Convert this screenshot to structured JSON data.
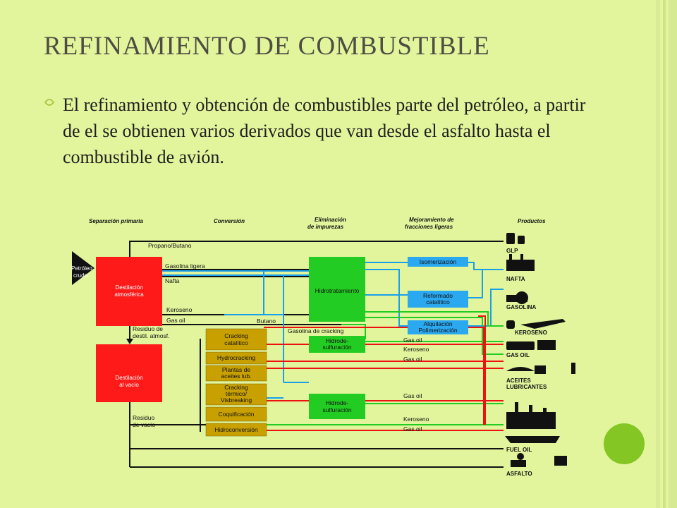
{
  "slide": {
    "title": "REFINAMIENTO DE COMBUSTIBLE",
    "bullet": "El refinamiento y obtención de combustibles parte del petróleo, a partir de el se obtienen varios derivados que van desde el asfalto hasta el combustible de avión.",
    "colors": {
      "background": "#e2f59c",
      "title": "#4d4d43",
      "accent_circle": "#84c724"
    }
  },
  "diagram": {
    "headers": [
      "Separación primaria",
      "Conversión",
      "Eliminación",
      "de impurezas",
      "Mejoramiento de",
      "fracciones ligeras",
      "Productos"
    ],
    "inputs": {
      "crudo_line1": "Petróleo",
      "crudo_line2": "crudo"
    },
    "units": {
      "destilacion_atm_1": "Destilación",
      "destilacion_atm_2": "atmosférica",
      "destilacion_vacio_1": "Destilación",
      "destilacion_vacio_2": "al vacío",
      "hidrotratamiento": "Hidrotratamiento",
      "hidrodesulf_1a": "Hidrode-",
      "hidrodesulf_1b": "sulfuración",
      "hidrodesulf_2a": "Hidrode-",
      "hidrodesulf_2b": "sulfuración",
      "isomerizacion": "Isomerización",
      "reformado_1": "Reformado",
      "reformado_2": "catalítico",
      "alquilacion_1": "Alquilación",
      "alquilacion_2": "Polimerización",
      "cracking_cat_1": "Cracking",
      "cracking_cat_2": "catalítico",
      "hydrocracking": "Hydrocracking",
      "plantas_lub_1": "Plantas de",
      "plantas_lub_2": "aceites lub.",
      "cracking_term_1": "Cracking",
      "cracking_term_2": "térmico/",
      "cracking_term_3": "Visbreaking",
      "coquificacion": "Coquificación",
      "hidroconversion": "Hidroconversión"
    },
    "streams": {
      "propano_butano": "Propano/Butano",
      "gasolina_ligera": "Gasolina ligera",
      "nafta": "Nafta",
      "keroseno": "Keroseno",
      "gas_oil": "Gas oil",
      "butano": "Butano",
      "residuo_atm_1": "Residuo de",
      "residuo_atm_2": "destil. atmosf.",
      "gasolina_cracking": "Gasolina de cracking",
      "gasoil_a": "Gas oil",
      "keroseno_b": "Keroseno",
      "gasoil_c": "Gas oil",
      "gasoil_d": "Gas oil",
      "keroseno_e": "Keroseno",
      "gasoil_f": "Gas oil",
      "residuo_vacio_1": "Residuo",
      "residuo_vacio_2": "de vacío"
    },
    "products": [
      "GLP",
      "NAFTA",
      "GASOLINA",
      "KEROSENO",
      "GAS OIL",
      "ACEITES",
      "LUBRICANTES",
      "FUEL OIL",
      "ASFALTO"
    ],
    "colors": {
      "red_unit": "#ff1a1a",
      "green_unit": "#22cc22",
      "blue_unit": "#2aa8f0",
      "tan_unit": "#c8a000",
      "blue_line": "#1aa0e8",
      "green_line": "#22cc22",
      "red_line": "#ee1111",
      "black_line": "#111111"
    }
  }
}
